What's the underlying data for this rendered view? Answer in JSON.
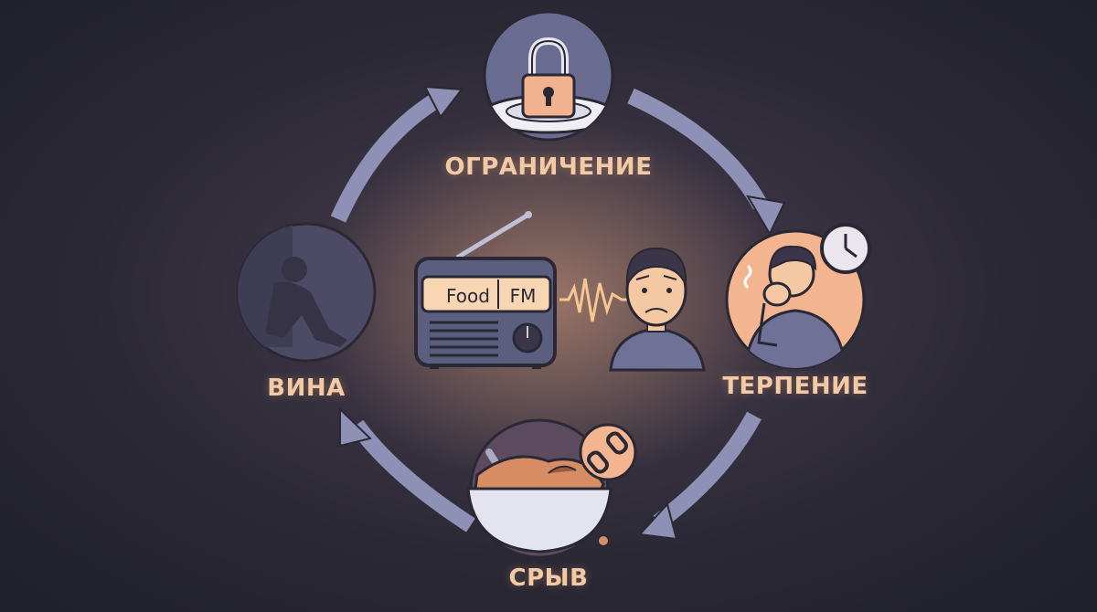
{
  "cycle": {
    "stages": {
      "top": "ОГРАНИЧЕНИЕ",
      "right": "ТЕРПЕНИЕ",
      "bottom": "СРЫВ",
      "left": "ВИНА"
    }
  },
  "radio": {
    "display_word_1": "Food",
    "display_word_2": "FM"
  },
  "colors": {
    "label": "#f3c9a6",
    "arrow": "#8e90b6",
    "accent_glow": "#f5b885",
    "background": "#2a2834"
  },
  "icons": [
    "lock-icon",
    "plate-icon",
    "clock-icon",
    "broken-chain-icon",
    "radio-icon",
    "sound-wave-icon",
    "bowl-icon"
  ]
}
